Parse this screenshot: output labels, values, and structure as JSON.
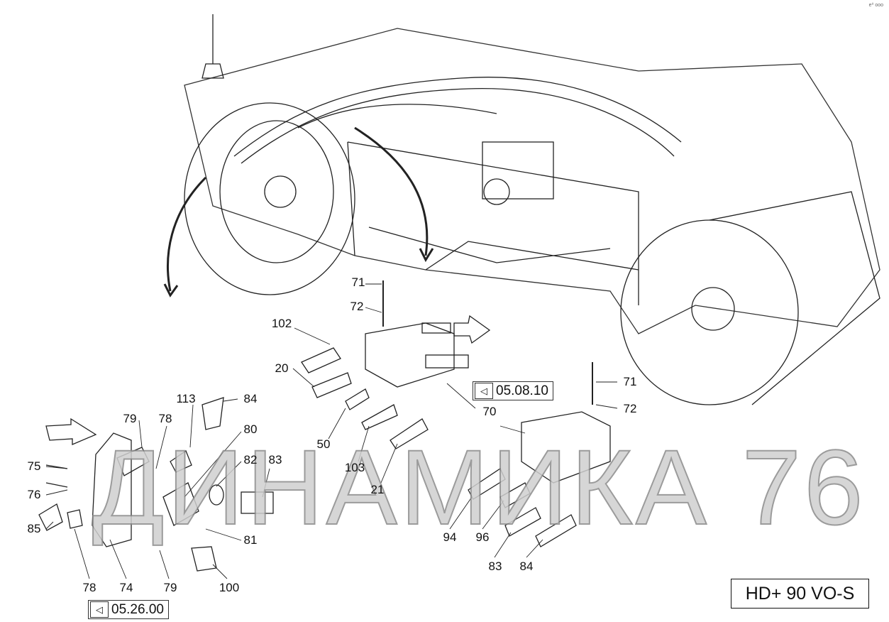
{
  "corner_mark": "e⁰ ooo",
  "model_label": "HD+ 90 VO-S",
  "watermark": "ДИНАМИКА 76",
  "references": [
    {
      "text": "05.08.10"
    },
    {
      "text": "05.26.00"
    }
  ],
  "callouts": [
    "71",
    "72",
    "102",
    "20",
    "50",
    "103",
    "21",
    "70",
    "71",
    "72",
    "113",
    "84",
    "79",
    "78",
    "80",
    "82",
    "83",
    "75",
    "76",
    "85",
    "81",
    "78",
    "74",
    "79",
    "100",
    "94",
    "96",
    "83",
    "84"
  ]
}
